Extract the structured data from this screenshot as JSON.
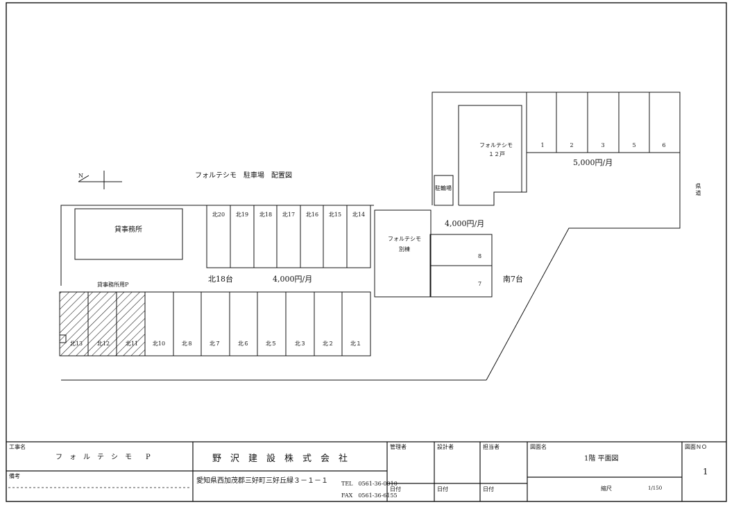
{
  "plan": {
    "title": "フォルテシモ　駐車場　配置図",
    "north_mark": "N",
    "office_label": "貸事務所",
    "office_parking_label": "貸事務所用P",
    "bicycle_label": "駐輪場",
    "building_main": [
      "フォルテシモ",
      "１２戸"
    ],
    "building_annex": [
      "フォルテシモ",
      "別棟"
    ],
    "prefectural_road": "県道",
    "east_spaces": [
      "1",
      "2",
      "3",
      "5",
      "6"
    ],
    "east_price": "5,000円/月",
    "mid_price": "4,000円/月",
    "north_price": "4,000円/月",
    "north_count": "北18台",
    "south_count": "南7台",
    "south_spaces": [
      "8",
      "7"
    ],
    "north_upper_spaces": [
      "北20",
      "北19",
      "北18",
      "北17",
      "北16",
      "北15",
      "北14"
    ],
    "north_lower_spaces": [
      "北13",
      "北12",
      "北11",
      "北10",
      "北８",
      "北７",
      "北６",
      "北５",
      "北３",
      "北２",
      "北１"
    ]
  },
  "title_block": {
    "project_label": "工事名",
    "project_value": "フ　ォ　ル　テ　シ　モ　　P",
    "remarks_label": "備考",
    "company": "野　沢　建　設　株　式　会　社",
    "address": "愛知県西加茂郡三好町三好丘緑３－１－１",
    "tel": "TEL　0561-36-0010",
    "fax": "FAX　0561-36-6155",
    "manager_label": "管理者",
    "designer_label": "設計者",
    "person_label": "担当者",
    "date_label_1": "日付",
    "date_label_2": "日付",
    "date_label_3": "日付",
    "drawing_name_label": "図面名",
    "drawing_name": "1階 平面図",
    "scale_label": "縮尺",
    "scale_value": "1/150",
    "drawing_no_label": "図面ＮＯ",
    "drawing_no": "1"
  }
}
